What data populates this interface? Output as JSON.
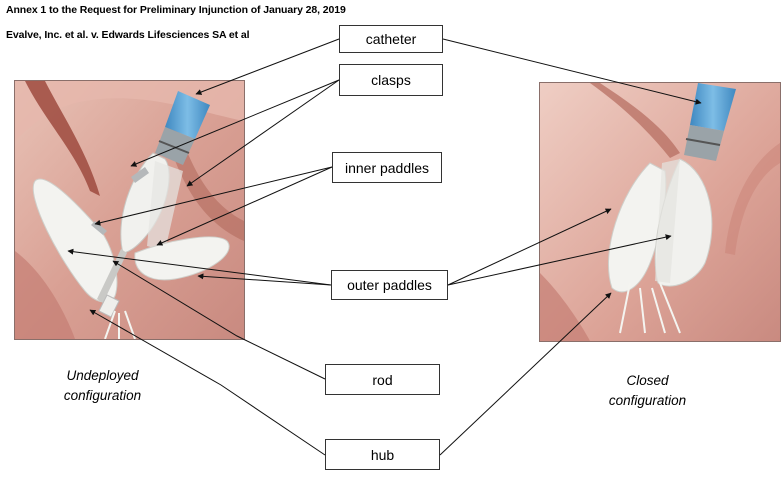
{
  "header": {
    "line1": "Annex 1 to the Request for Preliminary Injunction of January 28, 2019",
    "line2": "Evalve, Inc. et al. v. Edwards Lifesciences SA et al"
  },
  "labels": {
    "catheter": "catheter",
    "clasps": "clasps",
    "inner_paddles": "inner paddles",
    "outer_paddles": "outer paddles",
    "rod": "rod",
    "hub": "hub"
  },
  "captions": {
    "left_line1": "Undeployed",
    "left_line2": "configuration",
    "right_line1": "Closed",
    "right_line2": "configuration"
  },
  "colors": {
    "tissue": "#d9a296",
    "tissue_dark": "#a85b4d",
    "catheter_blue": "#5fa6d6",
    "device_white": "#f1f1ee",
    "line": "#111111"
  }
}
